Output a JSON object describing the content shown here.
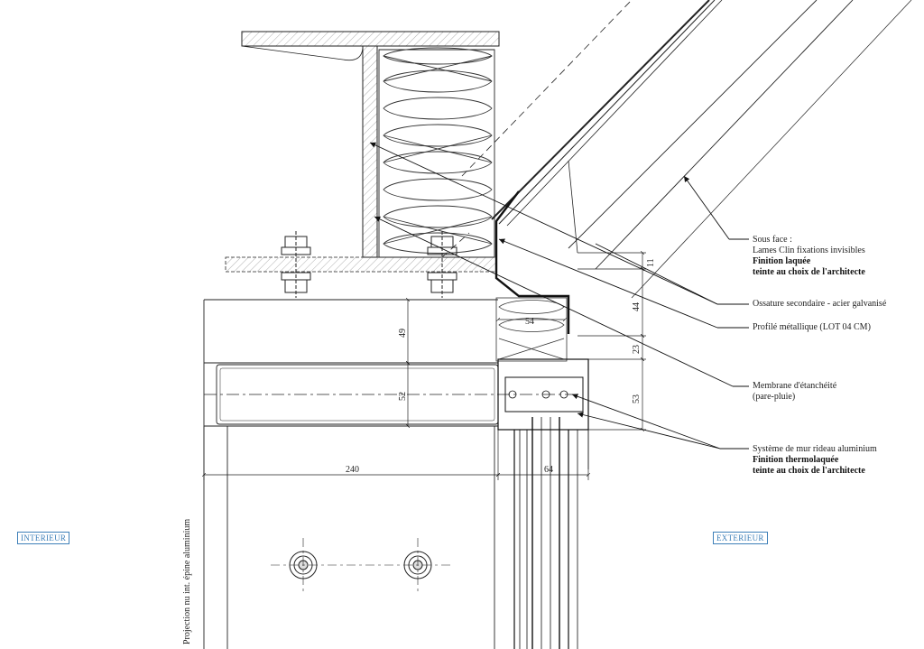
{
  "annotations": {
    "sous_face": {
      "line1": "Sous face :",
      "line2": "Lames Clin fixations invisibles",
      "line3": "Finition laquée",
      "line4": "teinte au choix de l'architecte"
    },
    "ossature": "Ossature secondaire - acier galvanisé",
    "profile": "Profilé métallique (LOT 04 CM)",
    "membrane": {
      "line1": "Membrane d'étanchéité",
      "line2": "(pare-pluie)"
    },
    "mur_rideau": {
      "line1": "Système de mur rideau aluminium",
      "line2": "Finition thermolaquée",
      "line3": "teinte au choix de l'architecte"
    }
  },
  "zones": {
    "interior": "INTERIEUR",
    "exterior": "EXTERIEUR"
  },
  "vertical_label": "Projection nu int. épine aluminium",
  "dimensions": {
    "d49": "49",
    "d52": "52",
    "d54": "54",
    "d240": "240",
    "d64": "64",
    "d11": "11",
    "d44": "44",
    "d23": "23",
    "d53": "53"
  }
}
